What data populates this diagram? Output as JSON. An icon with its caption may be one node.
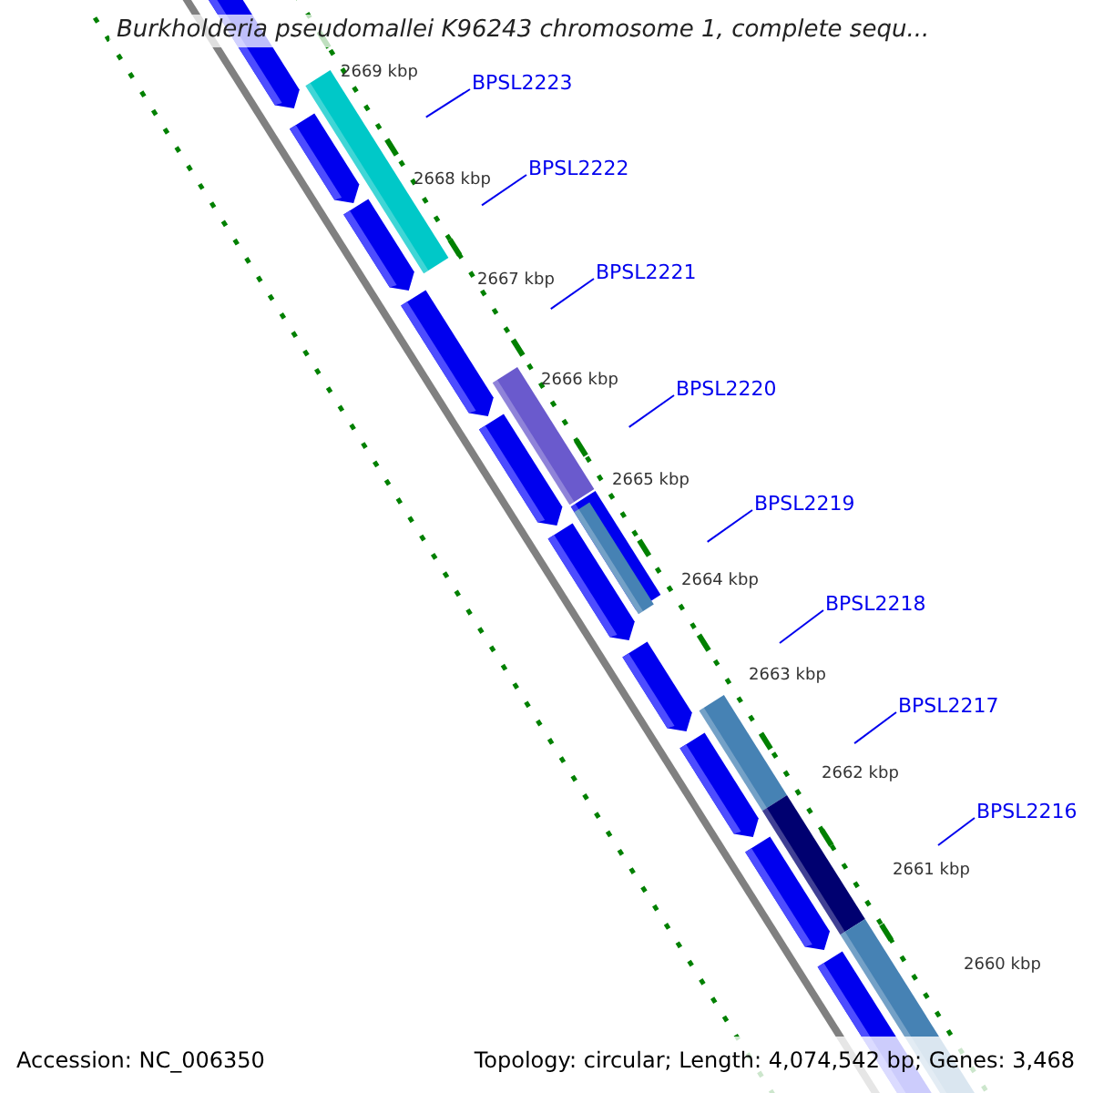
{
  "diagram": {
    "title": "Burkholderia pseudomallei K96243 chromosome 1, complete sequ...",
    "nodes": [
      {
        "text": [
          "BPSL2223"
        ]
      },
      {
        "text": [
          "BPSL2222"
        ]
      },
      {
        "text": [
          "BPSL2221"
        ]
      },
      {
        "text": [
          "BPSL2220"
        ]
      },
      {
        "text": [
          "BPSL2219"
        ]
      },
      {
        "text": [
          "BPSL2218"
        ]
      },
      {
        "text": [
          "BPSL2217"
        ]
      },
      {
        "text": [
          "BPSL2216"
        ]
      }
    ],
    "edges": [
      {
        "from": 0,
        "to": null,
        "arrow": "none"
      },
      {
        "from": 1,
        "to": null,
        "arrow": "none"
      },
      {
        "from": 2,
        "to": null,
        "arrow": "none"
      },
      {
        "from": 3,
        "to": null,
        "arrow": "none"
      },
      {
        "from": 4,
        "to": null,
        "arrow": "none"
      },
      {
        "from": 5,
        "to": null,
        "arrow": "none"
      },
      {
        "from": 6,
        "to": null,
        "arrow": "none"
      },
      {
        "from": 7,
        "to": null,
        "arrow": "none"
      }
    ],
    "labels": [
      "2669 kbp",
      "2668 kbp",
      "2667 kbp",
      "2666 kbp",
      "2665 kbp",
      "2664 kbp",
      "2663 kbp",
      "2662 kbp",
      "2661 kbp",
      "2660 kbp",
      "Accession: NC_006350",
      "Topology: circular; Length: 4,074,542 bp; Genes: 3,468"
    ]
  }
}
